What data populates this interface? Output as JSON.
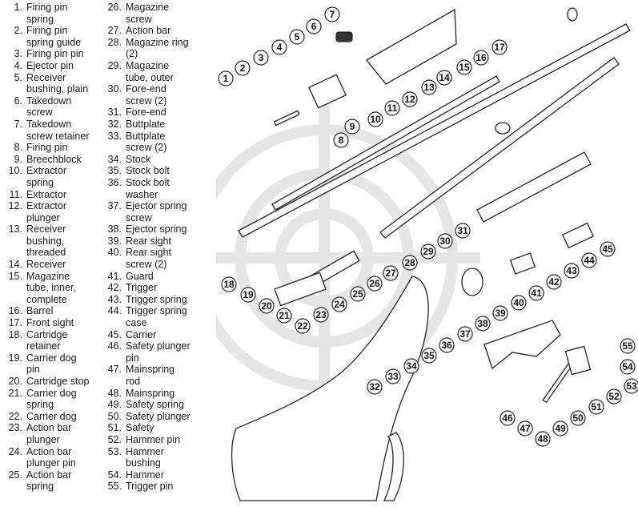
{
  "legend": {
    "column_1": [
      {
        "number": "1.",
        "label": "Firing pin\nspring"
      },
      {
        "number": "2.",
        "label": "Firing pin\nspring guide"
      },
      {
        "number": "3.",
        "label": "Firing pin pin"
      },
      {
        "number": "4.",
        "label": "Ejector pin"
      },
      {
        "number": "5.",
        "label": "Receiver\nbushing, plain"
      },
      {
        "number": "6.",
        "label": "Takedown\nscrew"
      },
      {
        "number": "7.",
        "label": "Takedown\nscrew retainer"
      },
      {
        "number": "8.",
        "label": "Firing pin"
      },
      {
        "number": "9.",
        "label": "Breechblock"
      },
      {
        "number": "10.",
        "label": "Extractor\nspring"
      },
      {
        "number": "11.",
        "label": "Extractor"
      },
      {
        "number": "12.",
        "label": "Extractor\nplunger"
      },
      {
        "number": "13.",
        "label": "Receiver\nbushing,\nthreaded"
      },
      {
        "number": "14.",
        "label": "Receiver"
      },
      {
        "number": "15.",
        "label": "Magazine\ntube, inner,\ncomplete"
      },
      {
        "number": "16.",
        "label": "Barrel"
      },
      {
        "number": "17.",
        "label": "Front sight"
      },
      {
        "number": "18.",
        "label": "Cartridge\nretainer"
      },
      {
        "number": "19.",
        "label": "Carrier dog\npin"
      },
      {
        "number": "20.",
        "label": "Cartridge stop"
      },
      {
        "number": "21.",
        "label": "Carrier dog\nspring"
      },
      {
        "number": "22.",
        "label": "Carrier dog"
      },
      {
        "number": "23.",
        "label": "Action bar\nplunger"
      },
      {
        "number": "24.",
        "label": "Action bar\nplunger pin"
      },
      {
        "number": "25.",
        "label": "Action bar\nspring"
      }
    ],
    "column_2": [
      {
        "number": "26.",
        "label": "Magazine\nscrew"
      },
      {
        "number": "27.",
        "label": "Action bar"
      },
      {
        "number": "28.",
        "label": "Magazine ring\n(2)"
      },
      {
        "number": "29.",
        "label": "Magazine\ntube, outer"
      },
      {
        "number": "30.",
        "label": "Fore-end\nscrew (2)"
      },
      {
        "number": "31.",
        "label": "Fore-end"
      },
      {
        "number": "32.",
        "label": "Buttplate"
      },
      {
        "number": "33.",
        "label": "Buttplate\nscrew   (2)"
      },
      {
        "number": "34.",
        "label": "Stock"
      },
      {
        "number": "35.",
        "label": "Stock bolt"
      },
      {
        "number": "36.",
        "label": "Stock bolt\nwasher"
      },
      {
        "number": "37.",
        "label": "Ejector spring\nscrew"
      },
      {
        "number": "38.",
        "label": "Ejector spring"
      },
      {
        "number": "39.",
        "label": "Rear sight"
      },
      {
        "number": "40.",
        "label": "Rear sight\nscrew (2)"
      },
      {
        "number": "41.",
        "label": "Guard"
      },
      {
        "number": "42.",
        "label": "Trigger"
      },
      {
        "number": "43.",
        "label": "Trigger spring"
      },
      {
        "number": "44.",
        "label": "Trigger spring\ncase"
      },
      {
        "number": "45.",
        "label": "Carrier"
      },
      {
        "number": "46.",
        "label": "Safety plunger\npin"
      },
      {
        "number": "47.",
        "label": "Mainspring\nrod"
      },
      {
        "number": "48.",
        "label": "Mainspring"
      },
      {
        "number": "49.",
        "label": "Safety spring"
      },
      {
        "number": "50.",
        "label": "Safety plunger"
      },
      {
        "number": "51.",
        "label": "Safety"
      },
      {
        "number": "52.",
        "label": "Hammer pin"
      },
      {
        "number": "53.",
        "label": "Hammer\nbushing"
      },
      {
        "number": "54.",
        "label": "Hammer"
      },
      {
        "number": "55.",
        "label": "Trigger pin"
      }
    ]
  },
  "callouts": [
    "1",
    "2",
    "3",
    "4",
    "5",
    "6",
    "7",
    "8",
    "9",
    "10",
    "11",
    "12",
    "13",
    "14",
    "15",
    "16",
    "17",
    "18",
    "19",
    "20",
    "21",
    "22",
    "23",
    "24",
    "25",
    "26",
    "27",
    "28",
    "29",
    "30",
    "31",
    "32",
    "33",
    "34",
    "35",
    "36",
    "37",
    "38",
    "39",
    "40",
    "41",
    "42",
    "43",
    "44",
    "45",
    "46",
    "47",
    "48",
    "49",
    "50",
    "51",
    "52",
    "53",
    "54",
    "55"
  ],
  "colors": {
    "line": "#222222",
    "background": "#ffffff",
    "watermark": "#e6e6e6"
  }
}
